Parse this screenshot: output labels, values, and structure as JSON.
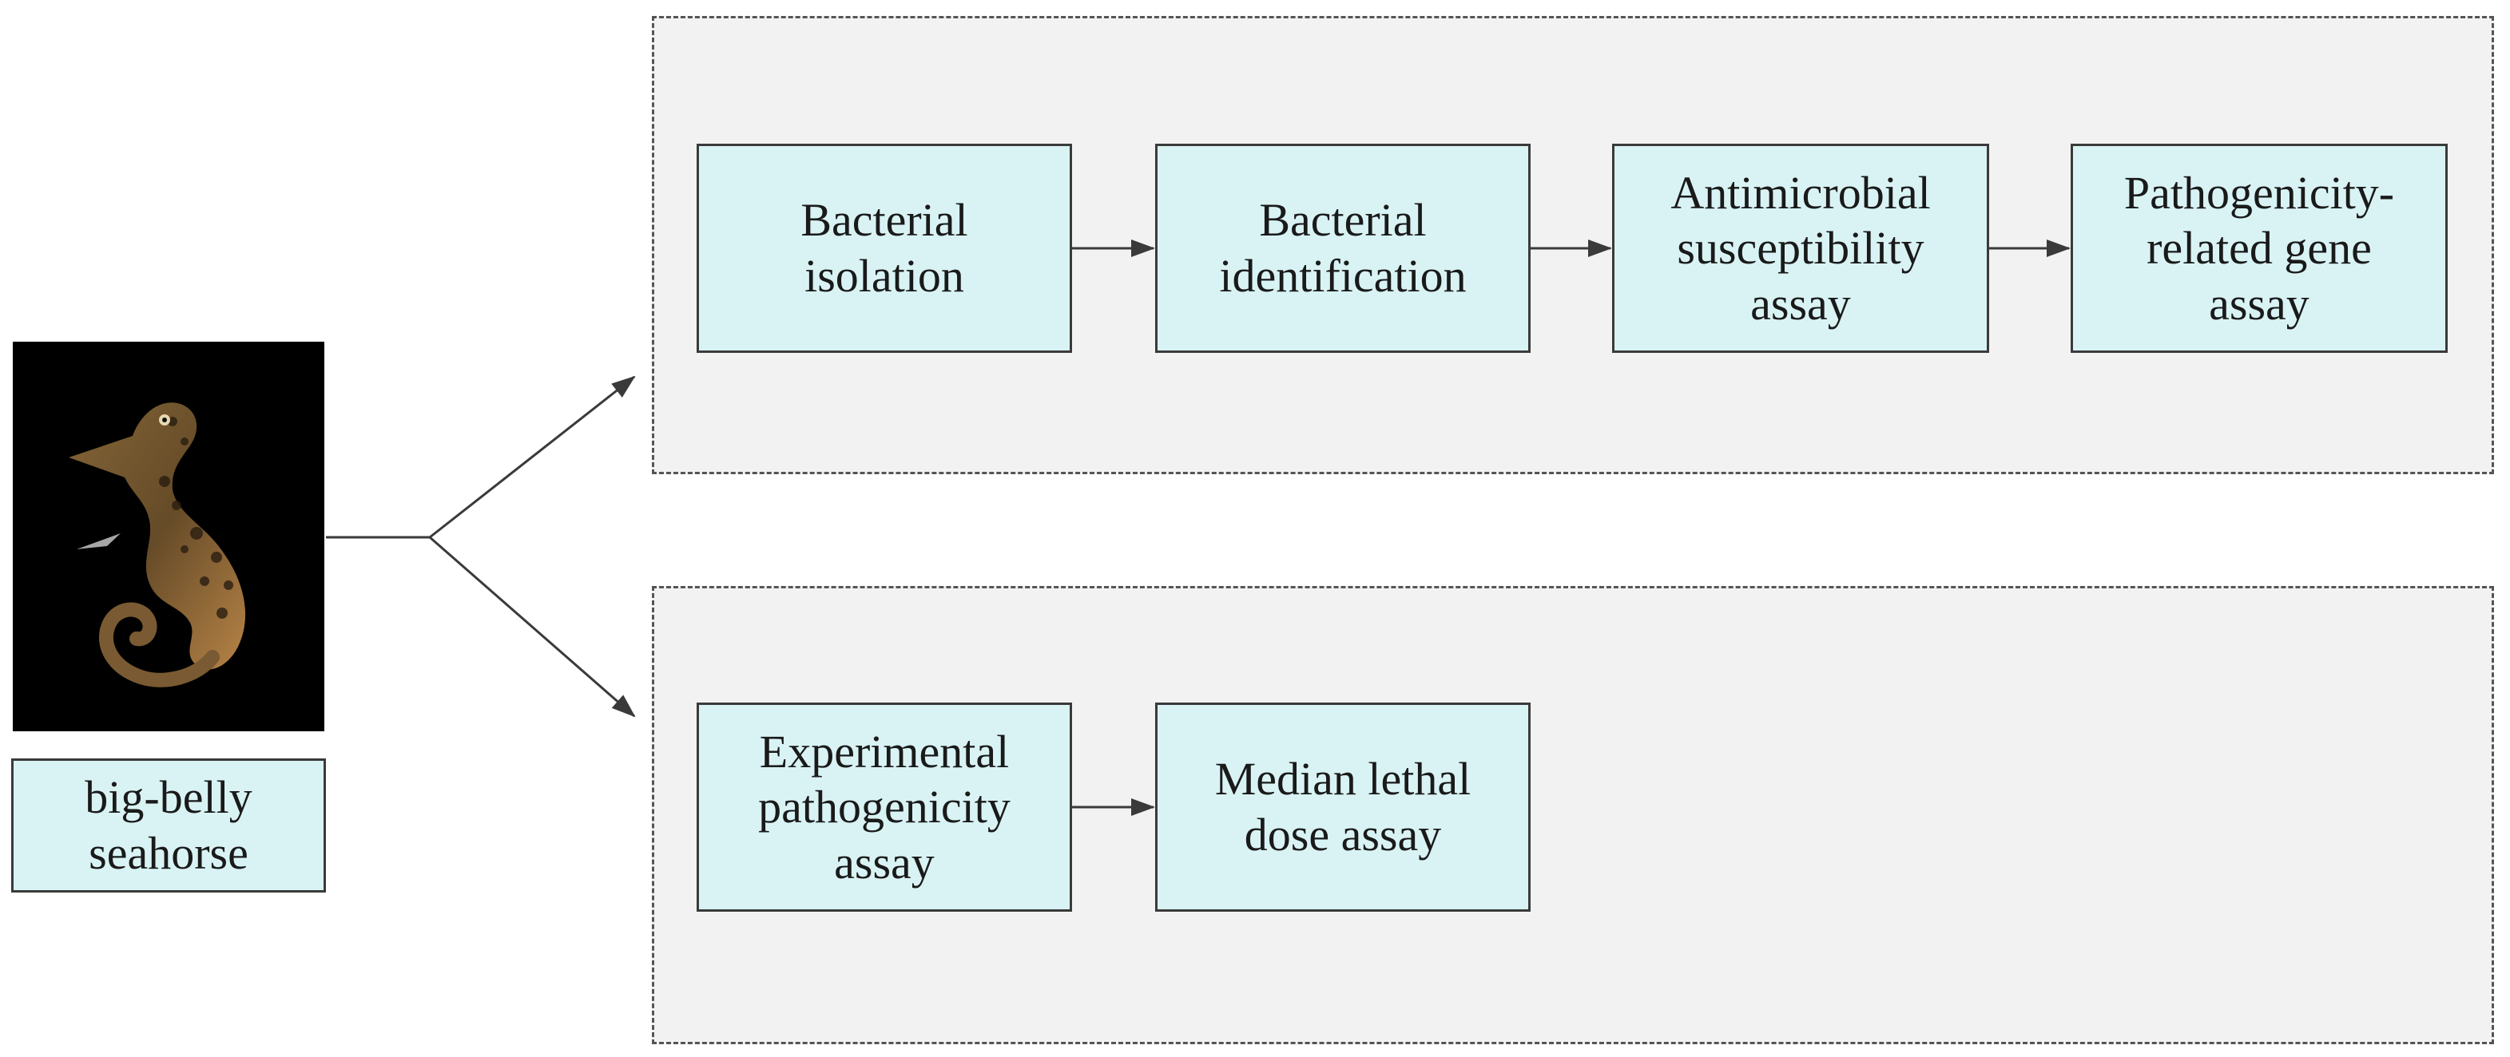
{
  "source": {
    "label": "big-belly\nseahorse",
    "photo_icon": "seahorse-photo"
  },
  "panels": [
    {
      "name": "top-workflow-panel",
      "steps": [
        {
          "label": "Bacterial\nisolation"
        },
        {
          "label": "Bacterial\nidentification"
        },
        {
          "label": "Antimicrobial\nsusceptibility\nassay"
        },
        {
          "label": "Pathogenicity-\nrelated gene\nassay"
        }
      ]
    },
    {
      "name": "bottom-workflow-panel",
      "steps": [
        {
          "label": "Experimental\npathogenicity\nassay"
        },
        {
          "label": "Median lethal\ndose assay"
        }
      ]
    }
  ],
  "colors": {
    "box_fill": "#d9f3f4",
    "panel_fill": "#f2f2f2",
    "line": "#3a3a3a"
  }
}
